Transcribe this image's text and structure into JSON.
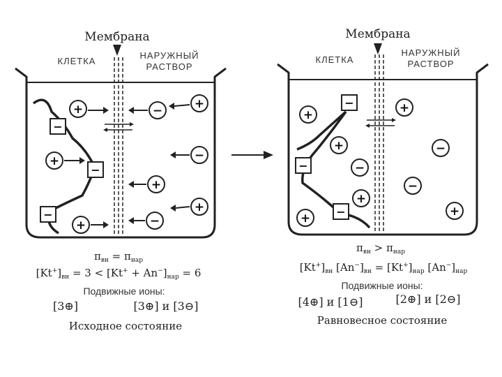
{
  "left": {
    "membrane_label": "Мембрана",
    "cell_label": "КЛЕТКА",
    "outer_label_1": "НАРУЖНЫЙ",
    "outer_label_2": "РАСТВОР",
    "pi_relation": "π",
    "pi_sub_in": "вн",
    "pi_eq": " = π",
    "pi_sub_out": "нар",
    "conc_left": "[Kt",
    "conc_sup": "+",
    "conc_left_close": "]",
    "conc_sub_in": "вн",
    "conc_mid": " = 3  <  [Kt",
    "conc_sup2": "+",
    "conc_plus": " + An",
    "conc_sup3": "−",
    "conc_right_close": "]",
    "conc_sub_out": "нар",
    "conc_end": " = 6",
    "mobile_label": "Подвижные ионы:",
    "mobile_in": "[3⊕]",
    "mobile_out": "[3⊕] и [3⊖]",
    "state_label": "Исходное состояние"
  },
  "right": {
    "membrane_label": "Мембрана",
    "cell_label": "КЛЕТКА",
    "outer_label_1": "НАРУЖНЫЙ",
    "outer_label_2": "РАСТВОР",
    "pi_relation": "π",
    "pi_sub_in": "вн",
    "pi_gt": " > π",
    "pi_sub_out": "нар",
    "conc_1": "[Kt",
    "conc_1_sup": "+",
    "conc_1_close": "]",
    "conc_1_sub": "вн",
    "conc_2": " [An",
    "conc_2_sup": "−",
    "conc_2_close": "]",
    "conc_2_sub": "вн",
    "conc_eq": " = [Kt",
    "conc_3_sup": "+",
    "conc_3_close": "]",
    "conc_3_sub": "нар",
    "conc_4": " [An",
    "conc_4_sup": "−",
    "conc_4_close": "]",
    "conc_4_sub": "нар",
    "mobile_label": "Подвижные ионы:",
    "mobile_in": "[4⊕] и [1⊖]",
    "mobile_out": "[2⊕] и [2⊖]",
    "state_label": "Равновесное состояние"
  },
  "ion_signs": {
    "plus": "+",
    "minus": "−"
  }
}
